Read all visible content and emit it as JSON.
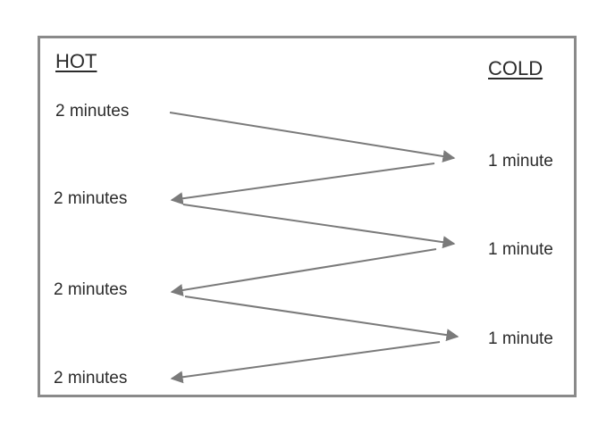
{
  "headings": {
    "hot": "HOT",
    "cold": "COLD"
  },
  "hot_steps": [
    "2 minutes",
    "2 minutes",
    "2 minutes",
    "2 minutes"
  ],
  "cold_steps": [
    "1 minute",
    "1 minute",
    "1 minute"
  ],
  "colors": {
    "border": "#8a8a8a",
    "arrow": "#7a7a7a",
    "text": "#2b2b2b"
  }
}
